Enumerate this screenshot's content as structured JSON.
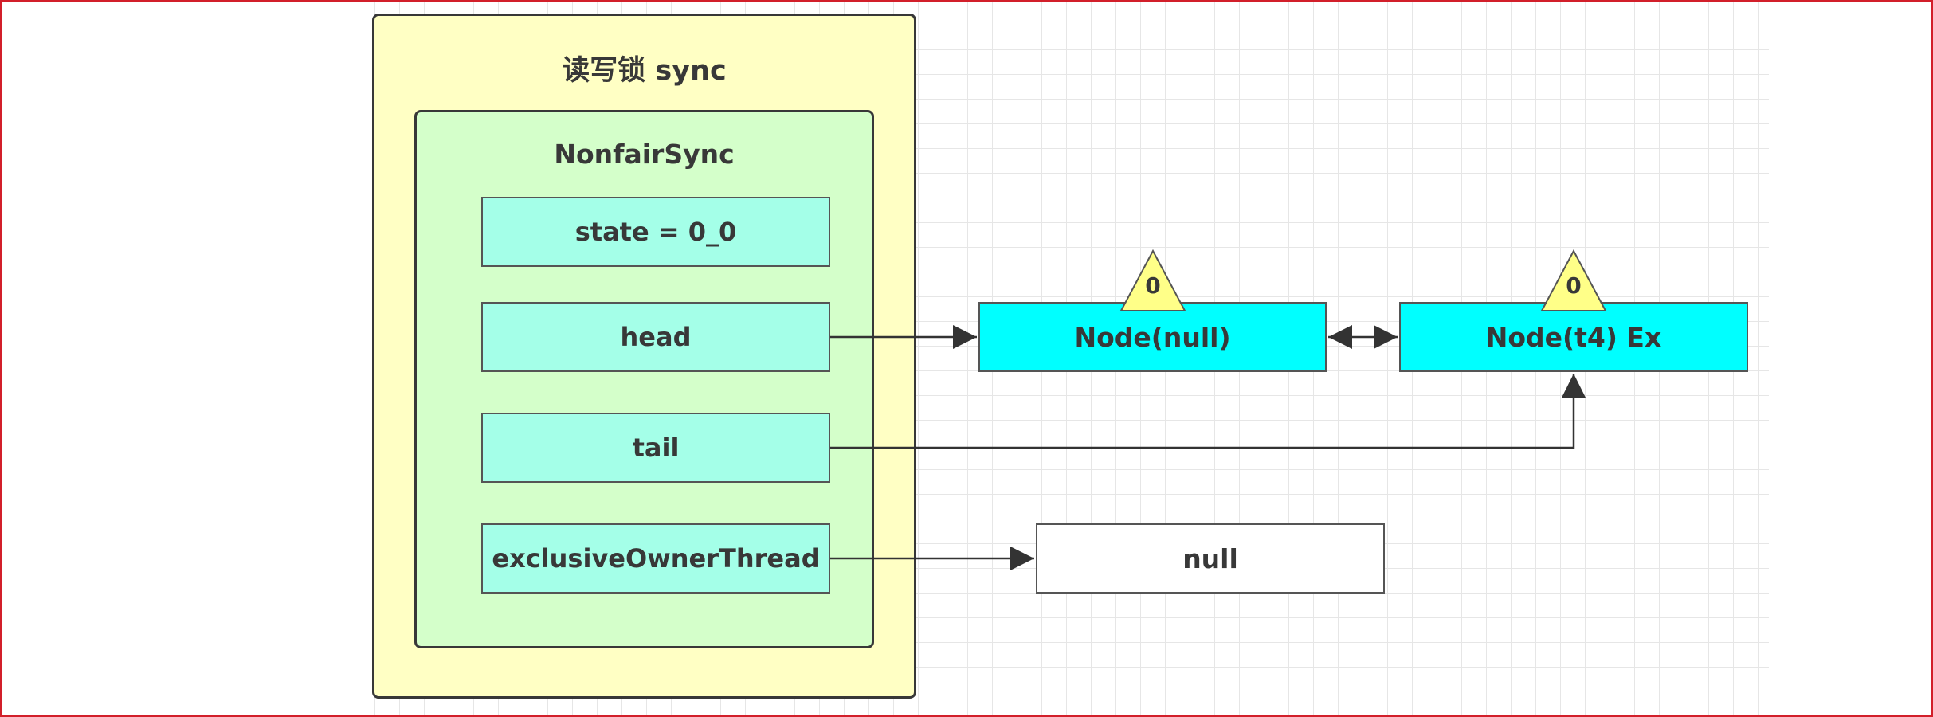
{
  "sync": {
    "title": "读写锁 sync",
    "nonfair": {
      "title": "NonfairSync",
      "fields": {
        "state": "state = 0_0",
        "head": "head",
        "tail": "tail",
        "owner": "exclusiveOwnerThread"
      }
    }
  },
  "queue": {
    "node1": {
      "label": "Node(null)",
      "waitStatus": "0"
    },
    "node2": {
      "label": "Node(t4) Ex",
      "waitStatus": "0"
    }
  },
  "owner_value": "null",
  "colors": {
    "sync_fill": "#ffffc4",
    "nonfair_fill": "#d4ffca",
    "field_fill": "#a4ffe8",
    "node_fill": "#00ffff",
    "triangle_fill": "#ffff88",
    "frame_border": "#d21f2a"
  }
}
